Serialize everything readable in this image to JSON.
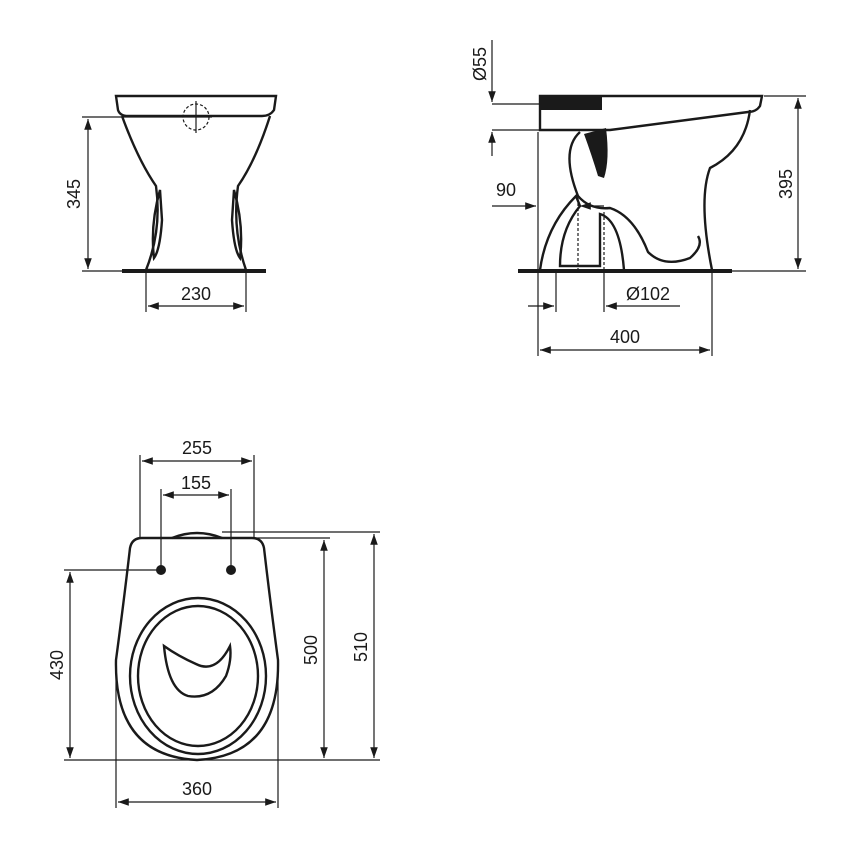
{
  "dimensions": {
    "front_height": "345",
    "front_foot_width": "230",
    "side_spigot_diameter": "Ø55",
    "side_outlet_offset": "90",
    "side_height": "395",
    "side_outlet_diameter": "Ø102",
    "side_length": "400",
    "top_hinge_outer": "255",
    "top_hinge_inner": "155",
    "top_hinge_to_front": "430",
    "top_length_bowl": "500",
    "top_length_total": "510",
    "top_width": "360"
  },
  "colors": {
    "line": "#1a1a1a",
    "background": "#ffffff"
  }
}
